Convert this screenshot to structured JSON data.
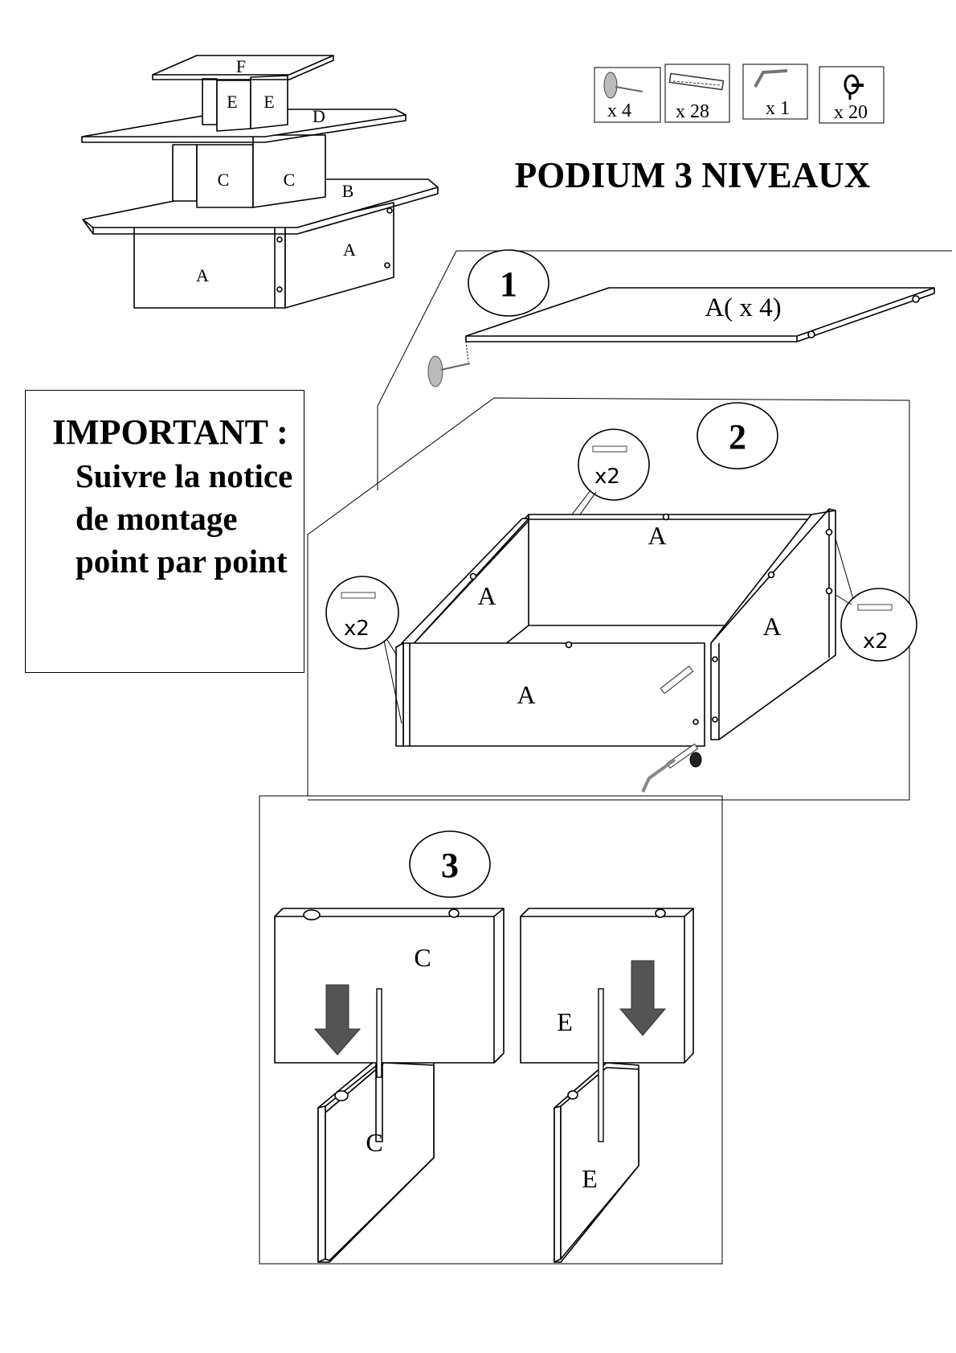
{
  "title": "PODIUM 3 NIVEAUX",
  "hardware": [
    {
      "icon": "wooden-dowel-icon",
      "qty": "x 4"
    },
    {
      "icon": "cam-bolt-screw-icon",
      "qty": "x 28"
    },
    {
      "icon": "allen-key-icon",
      "qty": "x 1"
    },
    {
      "icon": "cover-cap-icon",
      "qty": "x 20"
    }
  ],
  "overview_labels": [
    "F",
    "E",
    "E",
    "D",
    "C",
    "C",
    "B",
    "A",
    "A"
  ],
  "important": {
    "title": "IMPORTANT :",
    "body": "Suivre la notice de montage point par point"
  },
  "steps": [
    {
      "number": "1",
      "label": "A( x 4)"
    },
    {
      "number": "2",
      "panel_labels": [
        "A",
        "A",
        "A",
        "A"
      ],
      "screw_counts": [
        "x2",
        "x2",
        "x2"
      ]
    },
    {
      "number": "3",
      "panel_labels": [
        "C",
        "C",
        "E",
        "E"
      ]
    }
  ]
}
